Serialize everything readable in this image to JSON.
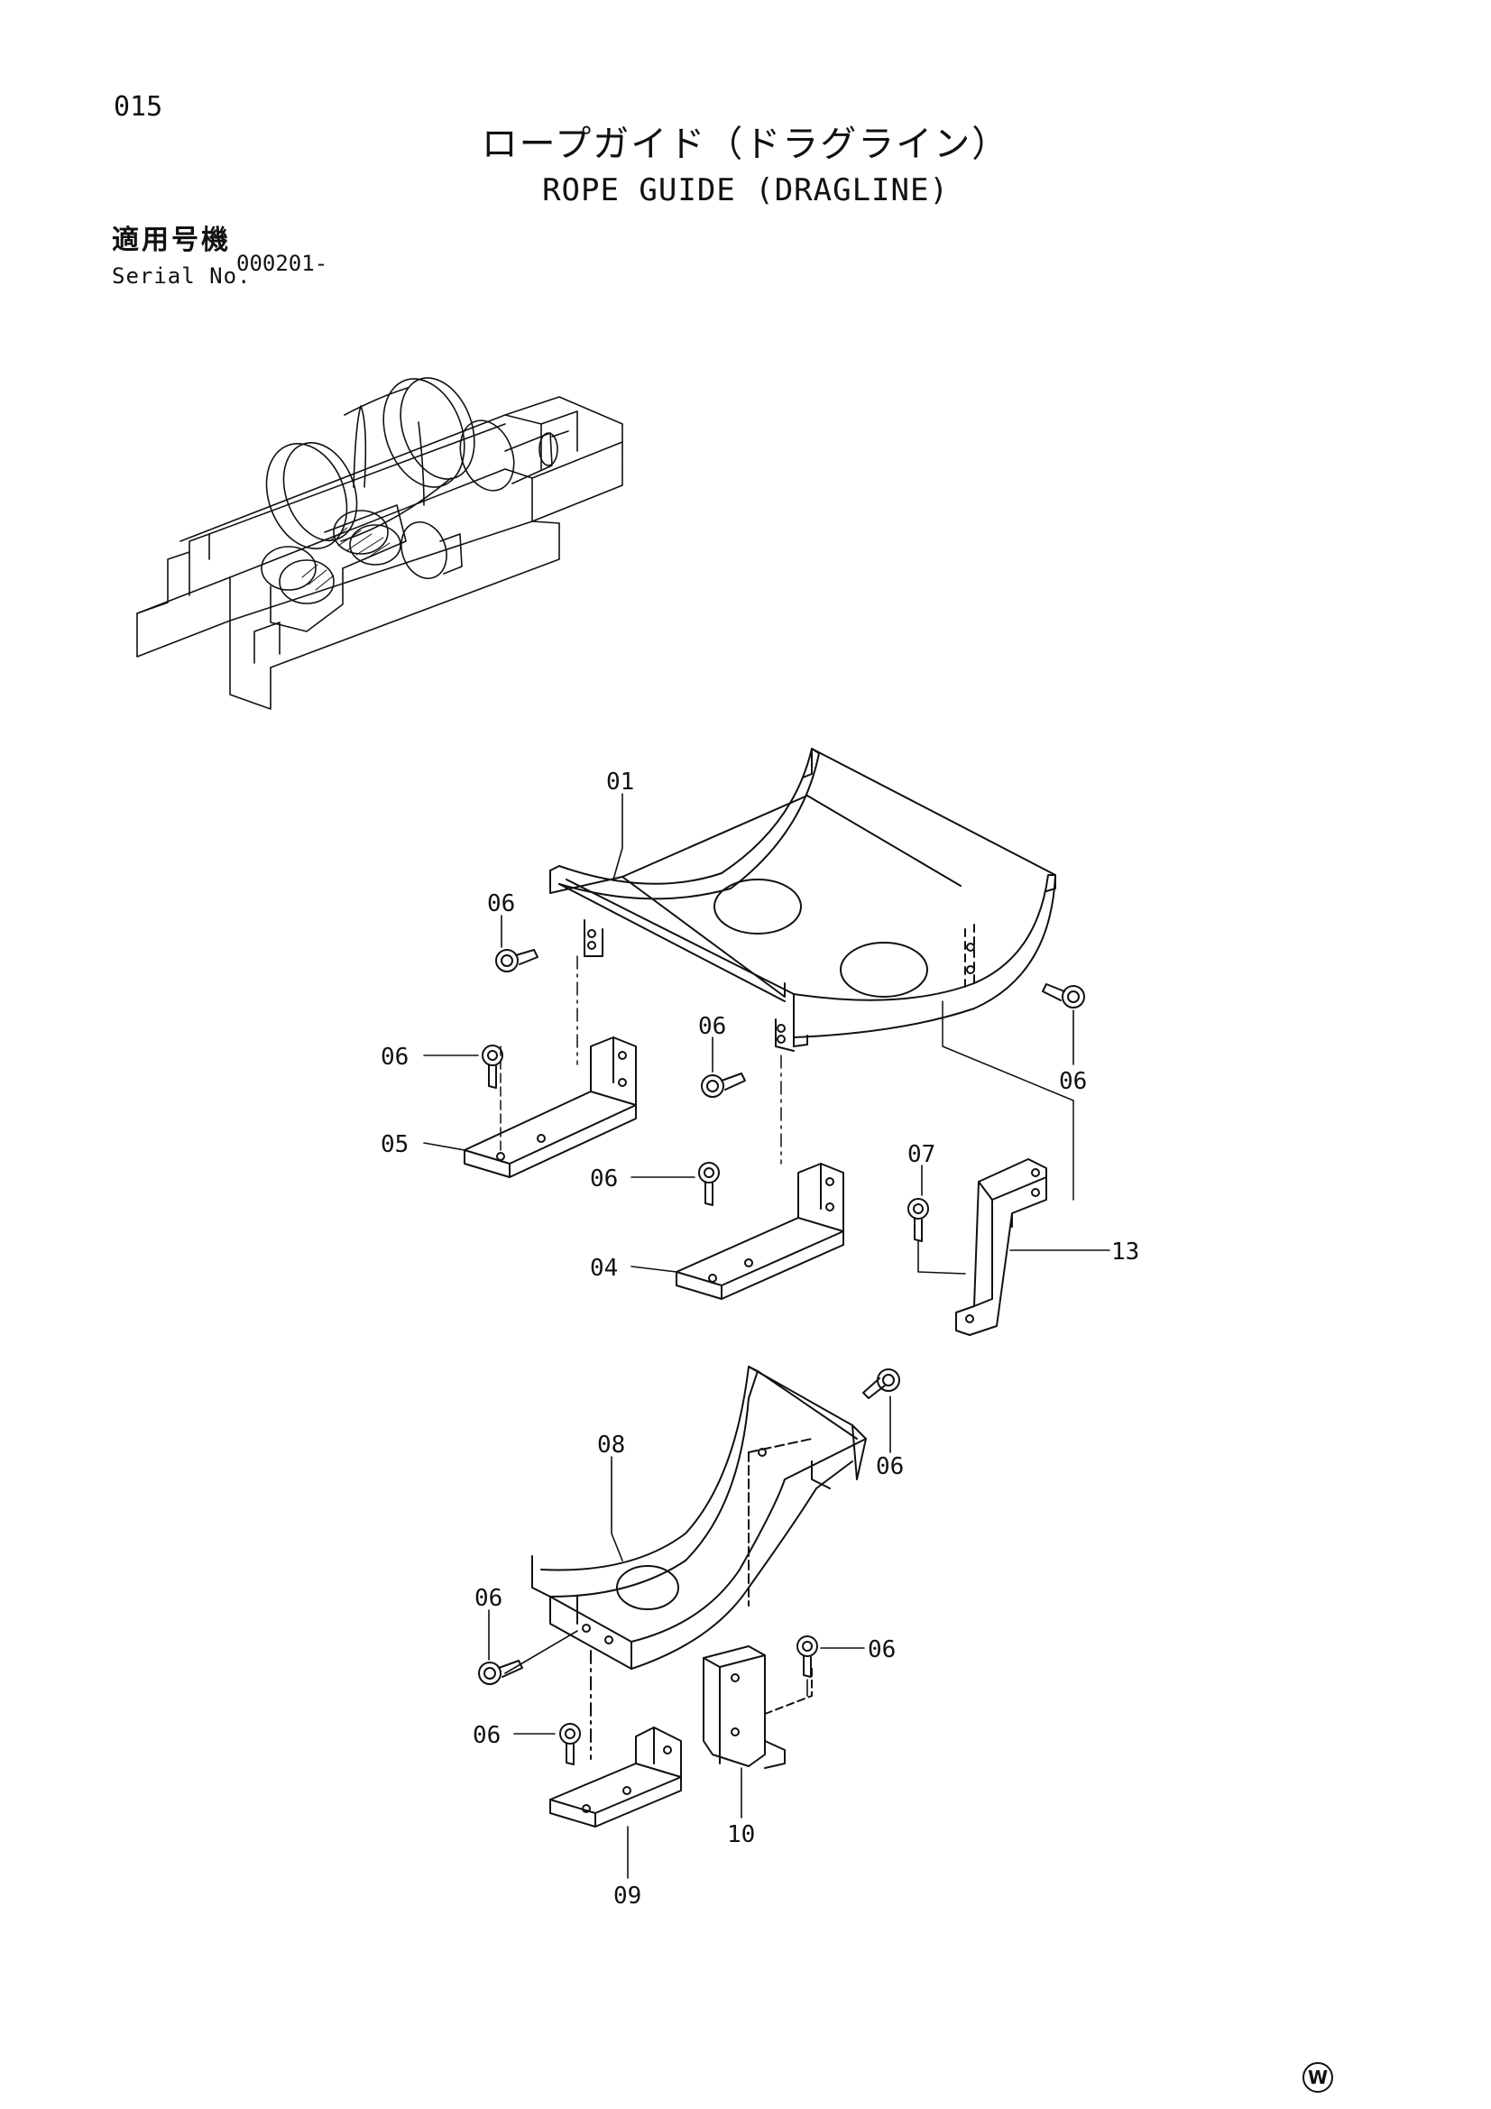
{
  "page": {
    "number": "015",
    "title_ja": "ロープガイド（ドラグライン）",
    "title_en": "ROPE GUIDE (DRAGLINE)",
    "serial_label_ja": "適用号機",
    "serial_label_en": "Serial No.",
    "serial_value": "000201-",
    "maker_mark": "W"
  },
  "callouts": [
    {
      "id": "c01",
      "label": "01"
    },
    {
      "id": "c06a",
      "label": "06"
    },
    {
      "id": "c06b",
      "label": "06"
    },
    {
      "id": "c05",
      "label": "05"
    },
    {
      "id": "c06c",
      "label": "06"
    },
    {
      "id": "c06d",
      "label": "06"
    },
    {
      "id": "c07",
      "label": "07"
    },
    {
      "id": "c06e",
      "label": "06"
    },
    {
      "id": "c04",
      "label": "04"
    },
    {
      "id": "c13",
      "label": "13"
    },
    {
      "id": "c08",
      "label": "08"
    },
    {
      "id": "c06f",
      "label": "06"
    },
    {
      "id": "c06g",
      "label": "06"
    },
    {
      "id": "c06h",
      "label": "06"
    },
    {
      "id": "c06i",
      "label": "06"
    },
    {
      "id": "c10",
      "label": "10"
    },
    {
      "id": "c09",
      "label": "09"
    }
  ]
}
